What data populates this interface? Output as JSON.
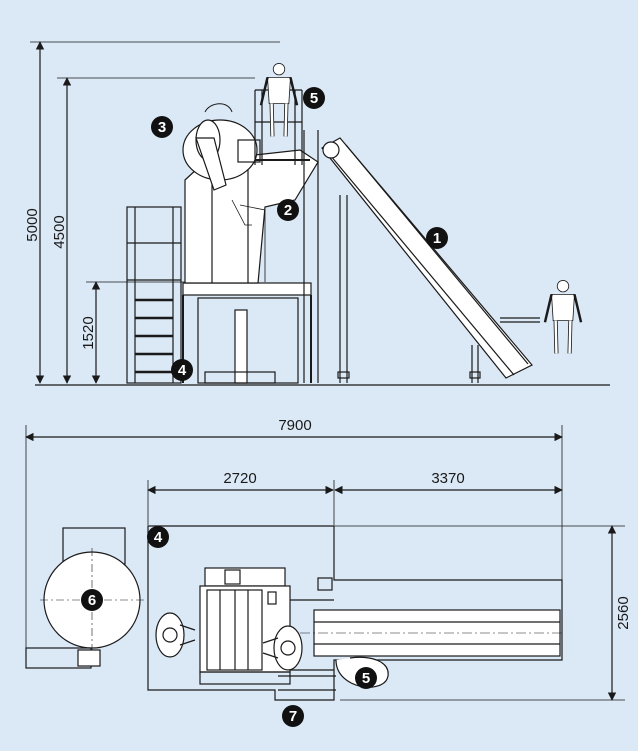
{
  "colors": {
    "background": "#dbe8f5",
    "line": "#1a1a1a",
    "badge": "#111111",
    "badge_text": "#ffffff"
  },
  "elevation": {
    "dimensions": {
      "total_height": "5000",
      "platform_height": "4500",
      "base_height": "1520"
    },
    "callouts": {
      "c1": "1",
      "c2": "2",
      "c3": "3",
      "c4": "4",
      "c5": "5"
    }
  },
  "plan": {
    "dimensions": {
      "overall_length": "7900",
      "section_a": "2720",
      "section_b": "3370",
      "width": "2560"
    },
    "callouts": {
      "c4": "4",
      "c5": "5",
      "c6": "6",
      "c7": "7"
    }
  }
}
